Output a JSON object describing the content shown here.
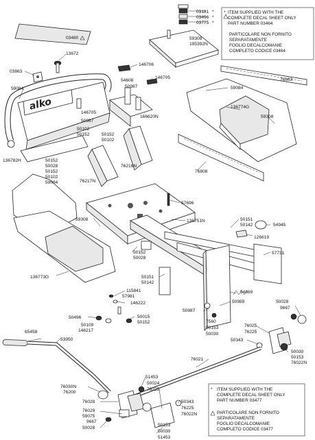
{
  "notes": {
    "top": [
      "ITEM SUPPLIED WITH THE",
      "COMPLETE DECAL SHEET ONLY",
      "PART NUMBER 03464",
      "PARTICOLARE NON FORNITO",
      "SEPARATAMENTE",
      "FOGLIO DECALCOMANIE",
      "COMPLETO CODICE 03464"
    ],
    "bottom": [
      "ITEM SUPPLIED WITH THE",
      "COMPLETE DECAL SHEET ONLY",
      "PART NUMBER 03477",
      "PARTICOLARE NON FORNITO",
      "SEPARATAMENTE",
      "FOGLIO DECALCOMANIE",
      "COMPLETO CODICE 03477"
    ]
  },
  "logo_text": "alko",
  "symbols": {
    "star": "*",
    "triangle": "△"
  },
  "labels": [
    {
      "id": "p03181",
      "text": "03181"
    },
    {
      "id": "p03496",
      "text": "03496"
    },
    {
      "id": "p03775",
      "text": "03775"
    },
    {
      "id": "p03480",
      "text": "03480"
    },
    {
      "id": "p59308a",
      "text": "59308"
    },
    {
      "id": "p195392N",
      "text": "195392N"
    },
    {
      "id": "p13672",
      "text": "13672"
    },
    {
      "id": "p03863",
      "text": "03863"
    },
    {
      "id": "p146706",
      "text": "146706"
    },
    {
      "id": "p76663",
      "text": "76663"
    },
    {
      "id": "p59084a",
      "text": "59084"
    },
    {
      "id": "p54608",
      "text": "54608"
    },
    {
      "id": "p146705a",
      "text": "146705"
    },
    {
      "id": "p50987a",
      "text": "50987"
    },
    {
      "id": "p59084b",
      "text": "59084"
    },
    {
      "id": "p136774G",
      "text": "136774G"
    },
    {
      "id": "p146705b",
      "text": "146705"
    },
    {
      "id": "p166620N",
      "text": "166620N"
    },
    {
      "id": "p50987b",
      "text": "50987"
    },
    {
      "id": "p59308b",
      "text": "59308"
    },
    {
      "id": "p50102a",
      "text": "50102"
    },
    {
      "id": "p50152a",
      "text": "50152"
    },
    {
      "id": "p50152b",
      "text": "50152"
    },
    {
      "id": "p50102b",
      "text": "50102"
    },
    {
      "id": "p136782H",
      "text": "136782H"
    },
    {
      "id": "p50152c",
      "text": "50152"
    },
    {
      "id": "p50028a",
      "text": "50028"
    },
    {
      "id": "p50152d",
      "text": "50152"
    },
    {
      "id": "p76216N",
      "text": "76216N"
    },
    {
      "id": "p50102c",
      "text": "50102"
    },
    {
      "id": "p59084c",
      "text": "59084"
    },
    {
      "id": "p76217N",
      "text": "76217N"
    },
    {
      "id": "p76808",
      "text": "76808"
    },
    {
      "id": "p57696",
      "text": "57696"
    },
    {
      "id": "p59308c",
      "text": "59308"
    },
    {
      "id": "p136751N",
      "text": "136751N"
    },
    {
      "id": "p50151a",
      "text": "50151"
    },
    {
      "id": "p50142a",
      "text": "50142"
    },
    {
      "id": "p54945",
      "text": "54945"
    },
    {
      "id": "p126619",
      "text": "126619"
    },
    {
      "id": "p50152e",
      "text": "50152"
    },
    {
      "id": "p50028b",
      "text": "50028"
    },
    {
      "id": "p57731",
      "text": "57731"
    },
    {
      "id": "p136773G",
      "text": "136773G"
    },
    {
      "id": "p50151b",
      "text": "50151"
    },
    {
      "id": "p50142b",
      "text": "50142"
    },
    {
      "id": "p54869",
      "text": "54869"
    },
    {
      "id": "p115841",
      "text": "115841"
    },
    {
      "id": "p57981",
      "text": "57981"
    },
    {
      "id": "p146222",
      "text": "146222"
    },
    {
      "id": "p50989",
      "text": "50989"
    },
    {
      "id": "p50028c",
      "text": "50028"
    },
    {
      "id": "p9667a",
      "text": "9667"
    },
    {
      "id": "p50987c",
      "text": "50987"
    },
    {
      "id": "p50496",
      "text": "50496"
    },
    {
      "id": "p50015",
      "text": "50015"
    },
    {
      "id": "p50152f",
      "text": "50152"
    },
    {
      "id": "p50109",
      "text": "50109"
    },
    {
      "id": "p146217",
      "text": "146217"
    },
    {
      "id": "p7560",
      "text": "7560"
    },
    {
      "id": "p50153a",
      "text": "50153"
    },
    {
      "id": "p50030a",
      "text": "50030"
    },
    {
      "id": "p76025a",
      "text": "76025"
    },
    {
      "id": "p76225a",
      "text": "76225"
    },
    {
      "id": "p65458",
      "text": "65458"
    },
    {
      "id": "p53950",
      "text": "53950"
    },
    {
      "id": "p50343a",
      "text": "50343"
    },
    {
      "id": "p50030b",
      "text": "50030"
    },
    {
      "id": "p50153b",
      "text": "50153"
    },
    {
      "id": "p76022Na",
      "text": "76022N"
    },
    {
      "id": "p76021",
      "text": "76021"
    },
    {
      "id": "p76030N",
      "text": "76030N"
    },
    {
      "id": "p76200",
      "text": "76200"
    },
    {
      "id": "p51453a",
      "text": "51453"
    },
    {
      "id": "p50024",
      "text": "50024"
    },
    {
      "id": "p76225b",
      "text": "76225"
    },
    {
      "id": "p76028",
      "text": "76028"
    },
    {
      "id": "p76029",
      "text": "76029"
    },
    {
      "id": "p59075",
      "text": "59075"
    },
    {
      "id": "p9667b",
      "text": "9667"
    },
    {
      "id": "p50028d",
      "text": "50028"
    },
    {
      "id": "p50343b",
      "text": "50343"
    },
    {
      "id": "p76225c",
      "text": "76225"
    },
    {
      "id": "p76022Nb",
      "text": "76022N"
    },
    {
      "id": "p50153c",
      "text": "50153"
    },
    {
      "id": "p50030c",
      "text": "50030"
    },
    {
      "id": "p51453b",
      "text": "51453"
    }
  ]
}
